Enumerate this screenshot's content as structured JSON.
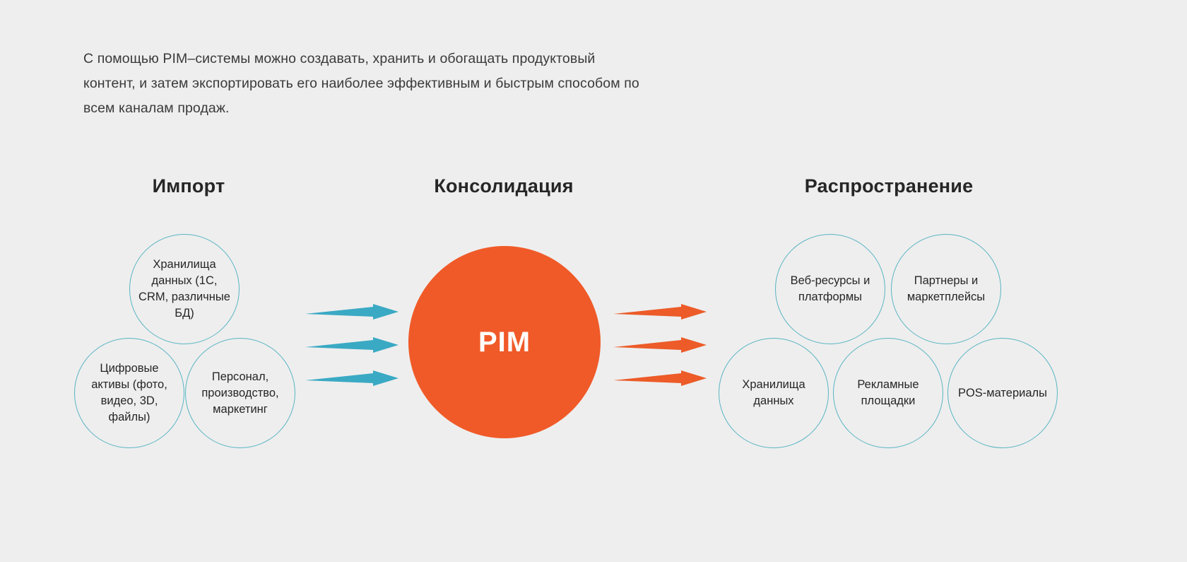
{
  "intro": {
    "paragraph": "С помощью PIM–системы можно создавать, хранить и обогащать продуктовый контент, и затем экспортировать его наиболее эффективным и быстрым способом по всем каналам продаж."
  },
  "headings": {
    "import": "Импорт",
    "consolidation": "Консолидация",
    "distribution": "Распространение"
  },
  "center": {
    "label": "PIM",
    "color": "#f05a28"
  },
  "colors": {
    "background": "#eeeeee",
    "circle_outline": "#59b4c3",
    "arrow_in": "#3aa9c4",
    "arrow_out": "#ec5b28",
    "heading": "#262626",
    "text": "#262626"
  },
  "import_nodes": [
    {
      "id": "storage",
      "label": "Хранилища данных (1С, CRM, различные БД)"
    },
    {
      "id": "digital",
      "label": "Цифровые активы (фото, видео, 3D, файлы)"
    },
    {
      "id": "staff",
      "label": "Персонал, производство, маркетинг"
    }
  ],
  "distribution_nodes": [
    {
      "id": "web",
      "label": "Веб-ресурсы и платформы"
    },
    {
      "id": "partners",
      "label": "Партнеры и маркетплейсы"
    },
    {
      "id": "store",
      "label": "Хранилища данных"
    },
    {
      "id": "ads",
      "label": "Рекламные площадки"
    },
    {
      "id": "pos",
      "label": "POS-материалы"
    }
  ],
  "arrows": {
    "inbound_count": 3,
    "outbound_count": 3,
    "inbound_direction": "right",
    "outbound_direction": "right"
  }
}
